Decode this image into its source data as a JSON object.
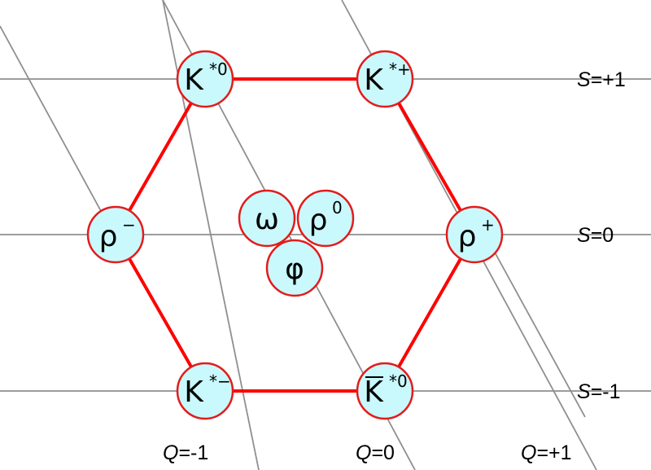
{
  "strangeness_labels": [
    {
      "var": "S",
      "text": "=+1"
    },
    {
      "var": "S",
      "text": "=0"
    },
    {
      "var": "S",
      "text": "=-1"
    }
  ],
  "charge_labels": [
    {
      "var": "Q",
      "text": "=-1"
    },
    {
      "var": "Q",
      "text": "=0"
    },
    {
      "var": "Q",
      "text": "=+1"
    }
  ],
  "particles": [
    {
      "name": "K-star-zero",
      "base": "K",
      "sup": "*0",
      "overbar": false
    },
    {
      "name": "K-star-plus",
      "base": "K",
      "sup": "*+",
      "overbar": false
    },
    {
      "name": "rho-minus",
      "base": "ρ",
      "sup": "−",
      "overbar": false
    },
    {
      "name": "rho-plus",
      "base": "ρ",
      "sup": "+",
      "overbar": false
    },
    {
      "name": "K-star-minus",
      "base": "K",
      "sup": "*−",
      "overbar": false
    },
    {
      "name": "K-star-zero-bar",
      "base": "K",
      "sup": "*0",
      "overbar": true
    },
    {
      "name": "omega",
      "base": "ω",
      "sup": "",
      "overbar": false
    },
    {
      "name": "rho-zero",
      "base": "ρ",
      "sup": "0",
      "overbar": false
    },
    {
      "name": "phi",
      "base": "φ",
      "sup": "",
      "overbar": false
    }
  ],
  "colors": {
    "hexagon": "#ff0000",
    "circle_fill": "#c9f9fd",
    "circle_stroke": "#e41b1b",
    "grid": "#8f8f8f"
  }
}
